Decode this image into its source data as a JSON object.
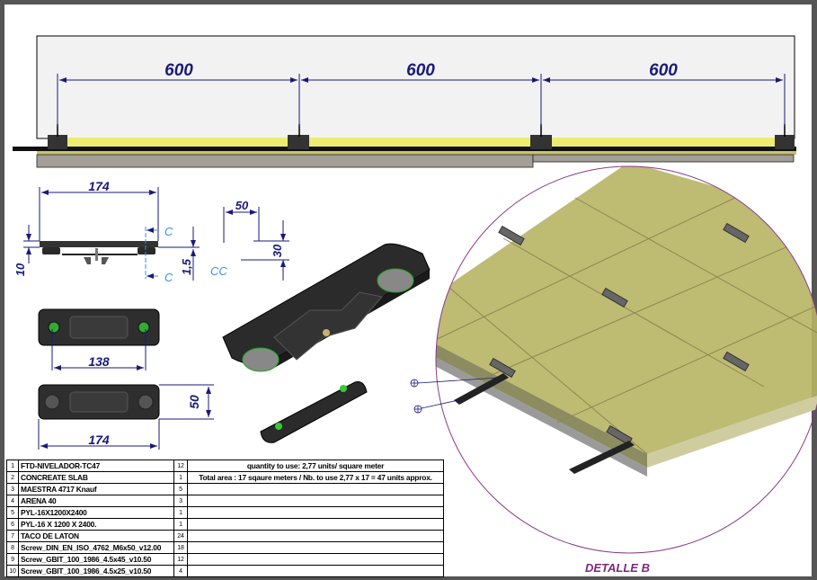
{
  "top_view": {
    "dimensions": [
      "600",
      "600",
      "600"
    ]
  },
  "side_view": {
    "width": "174",
    "height": "10",
    "gap": "1,5",
    "section_label_top": "C",
    "section_label_bottom": "C",
    "section_label_cut": "CC"
  },
  "detail_view": {
    "horizontal": "50",
    "vertical": "30"
  },
  "top_views": {
    "hole_spacing": "138",
    "width": "174",
    "height": "50"
  },
  "detail_label": "DETALLE B",
  "bom": {
    "rows": [
      {
        "num": "1",
        "name": "FTD-NIVELADOR-TC47",
        "qty": "12",
        "note": "quantity to use: 2,77 units/ square meter"
      },
      {
        "num": "2",
        "name": "CONCREATE SLAB",
        "qty": "1",
        "note": "Total area : 17 sqaure meters / Nb. to use 2,77 x 17 = 47 units approx."
      },
      {
        "num": "3",
        "name": "MAESTRA 4717 Knauf",
        "qty": "5",
        "note": ""
      },
      {
        "num": "4",
        "name": "ARENA 40",
        "qty": "3",
        "note": ""
      },
      {
        "num": "5",
        "name": "PYL-16X1200X2400",
        "qty": "1",
        "note": ""
      },
      {
        "num": "6",
        "name": "PYL-16 X 1200 X 2400.",
        "qty": "1",
        "note": ""
      },
      {
        "num": "7",
        "name": "TACO DE LATON",
        "qty": "24",
        "note": ""
      },
      {
        "num": "8",
        "name": "Screw_DIN_EN_ISO_4762_M6x50_v12.00",
        "qty": "18",
        "note": ""
      },
      {
        "num": "9",
        "name": "Screw_GBIT_100_1986_4.5x45_v10.50",
        "qty": "12",
        "note": ""
      },
      {
        "num": "10",
        "name": "Screw_GBIT_100_1986_4.5x25_v10.50",
        "qty": "4",
        "note": ""
      }
    ]
  },
  "colors": {
    "dimension": "#1a1a7a",
    "section": "#3b8fe8",
    "board": "#ecec70",
    "detail_circle": "#8a3a8a"
  }
}
